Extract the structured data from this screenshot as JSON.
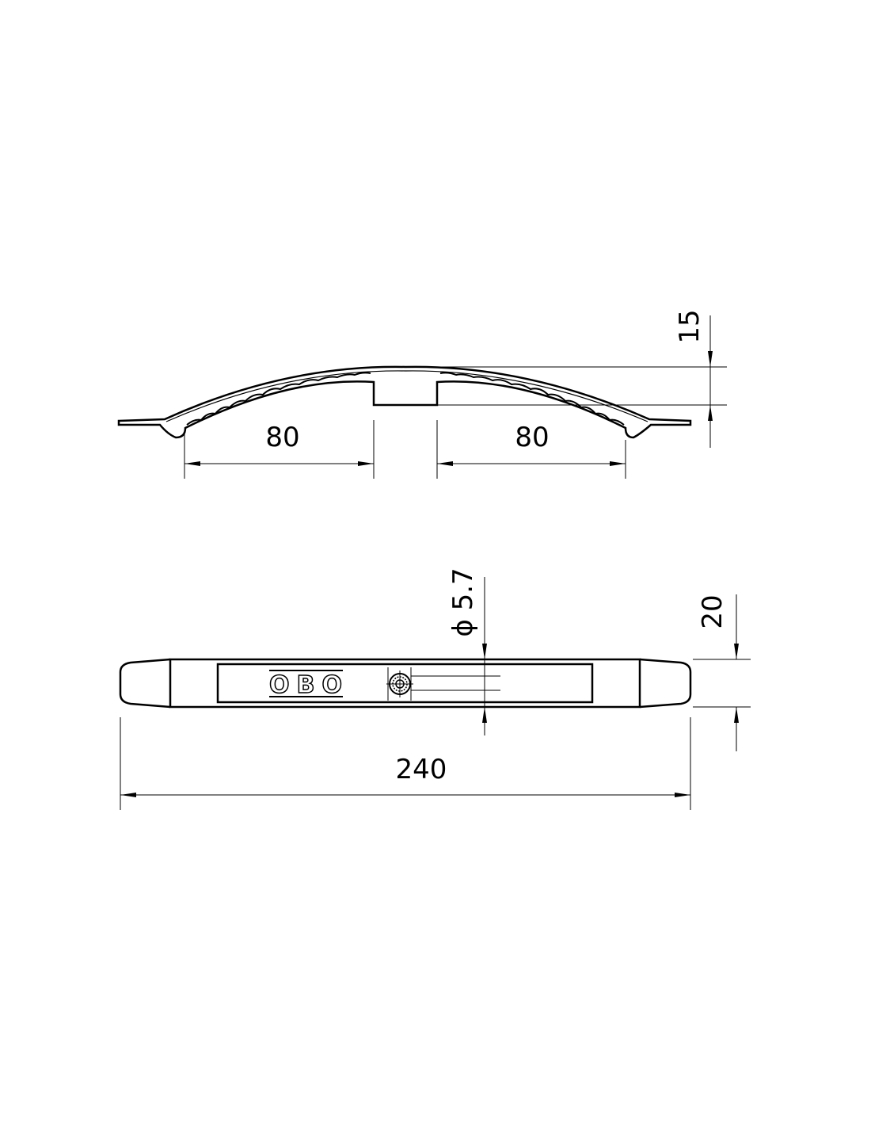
{
  "drawing": {
    "side_view": {
      "dim_left": "80",
      "dim_right": "80",
      "dim_height": "15"
    },
    "top_view": {
      "dim_hole": "ϕ 5.7",
      "dim_width": "20",
      "dim_length": "240",
      "logo": "OBO"
    }
  }
}
